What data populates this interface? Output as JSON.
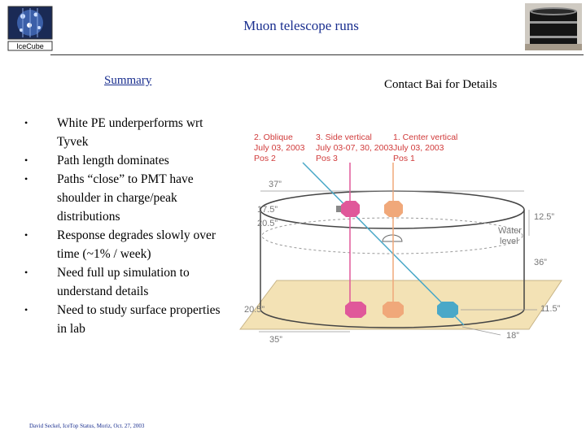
{
  "header": {
    "title": "Muon telescope runs",
    "logo_text": "IceCube"
  },
  "summary": {
    "heading": "Summary",
    "items": [
      "White PE underperforms wrt Tyvek",
      "Path length dominates",
      "Paths “close” to PMT have shoulder in charge/peak distributions",
      "Response degrades slowly over time (~1% / week)",
      "Need full up simulation to understand details",
      "Need to study surface properties in lab"
    ]
  },
  "contact": "Contact Bai for Details",
  "diagram": {
    "runs": {
      "oblique": [
        "2. Oblique",
        "July 03, 2003",
        "Pos 2"
      ],
      "side": [
        "3. Side vertical",
        "July 03-07, 30, 2003",
        "Pos 3"
      ],
      "center": [
        "1. Center vertical",
        "July 03, 2003",
        "Pos 1"
      ]
    },
    "dimensions": {
      "d37": "37”",
      "d175": "17.5”",
      "d205a": "20.5”",
      "water": [
        "Water",
        "level"
      ],
      "d125": "12.5”",
      "d36": "36”",
      "d205b": "20.5”",
      "d115": "11.5”",
      "d35": "35”",
      "d18": "18”"
    },
    "colors": {
      "oblique": "#4aa8c8",
      "side": "#e0589a",
      "center": "#f0a87a",
      "floor": "#f3e2b5",
      "labels_red": "#d03a3a",
      "dimension_text": "#777777"
    }
  },
  "footer": "David Seckel, IceTop Status, Moriz, Oct. 27, 2003"
}
